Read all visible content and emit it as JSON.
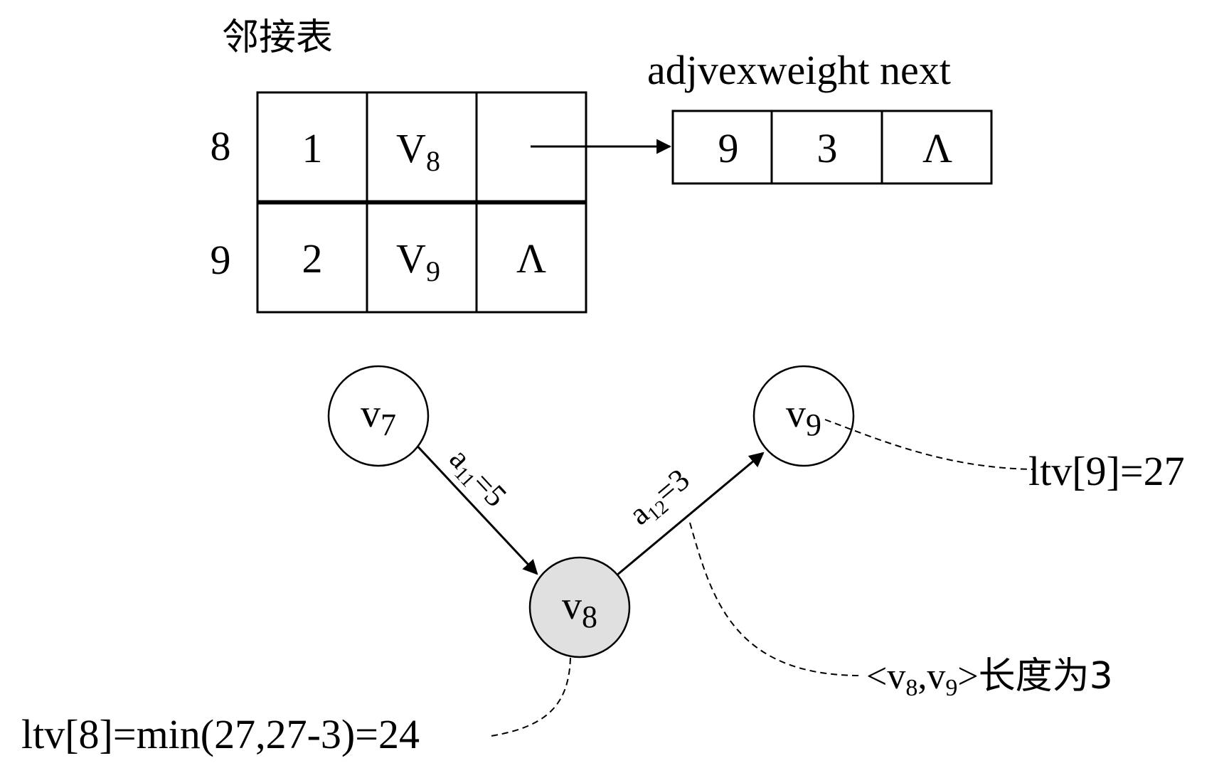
{
  "adjacency_table": {
    "title": "邻接表",
    "vertex_rows": [
      {
        "index": "8",
        "in_degree": "1",
        "vertex_letter": "V",
        "vertex_sub": "8",
        "first_edge": ""
      },
      {
        "index": "9",
        "in_degree": "2",
        "vertex_letter": "V",
        "vertex_sub": "9",
        "first_edge": "Λ"
      }
    ],
    "edge_header": "adjvexweight next",
    "edge_node": {
      "adjvex": "9",
      "weight": "3",
      "next": "Λ"
    }
  },
  "graph": {
    "nodes": [
      {
        "id": "v7",
        "letter": "v",
        "sub": "7",
        "highlighted": false
      },
      {
        "id": "v8",
        "letter": "v",
        "sub": "8",
        "highlighted": true
      },
      {
        "id": "v9",
        "letter": "v",
        "sub": "9",
        "highlighted": false
      }
    ],
    "edges": [
      {
        "id": "a11",
        "from": "v7",
        "to": "v8",
        "letter": "a",
        "sub": "11",
        "rest": "=5"
      },
      {
        "id": "a12",
        "from": "v8",
        "to": "v9",
        "letter": "a",
        "sub": "12",
        "rest": "=3"
      }
    ]
  },
  "annotations": {
    "ltv9": "ltv[9]=27",
    "ltv8": "ltv[8]=min(27,27-3)=24",
    "edge_length": {
      "open": "<v",
      "sub1": "8",
      "comma": ",v",
      "sub2": "9",
      "close": ">",
      "text": "长度为3"
    }
  },
  "colors": {
    "highlight_fill": "#e0e0e0",
    "node_fill": "#ffffff",
    "line": "#000000"
  }
}
